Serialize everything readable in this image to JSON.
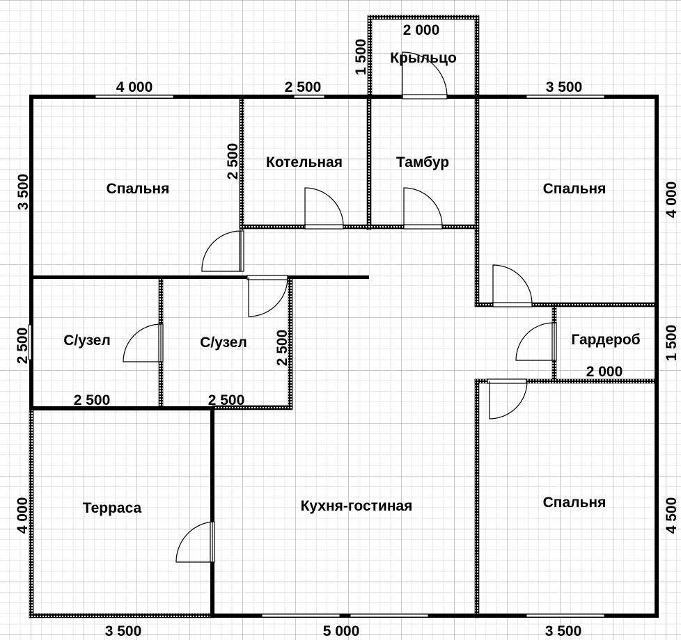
{
  "rooms": {
    "bedroom_nw": "Спальня",
    "boiler_room": "Котельная",
    "vestibule": "Тамбур",
    "porch": "Крыльцо",
    "bedroom_ne": "Спальня",
    "bathroom_1": "С/узел",
    "bathroom_2": "С/узел",
    "wardrobe": "Гардероб",
    "terrace": "Терраса",
    "kitchen_living": "Кухня-гостиная",
    "bedroom_se": "Спальня"
  },
  "dimensions": {
    "top_nw_bedroom": "4 000",
    "top_boiler": "2 500",
    "porch_width": "2 000",
    "porch_depth": "1 500",
    "top_ne_bedroom": "3 500",
    "left_nw_bedroom": "3 500",
    "boiler_depth": "2 500",
    "right_ne_bedroom": "4 000",
    "left_bathroom": "2 500",
    "bathroom_2_depth": "2 500",
    "wardrobe_depth": "1 500",
    "bathroom_1_width": "2 500",
    "bathroom_2_width": "2 500",
    "wardrobe_width": "2 000",
    "left_terrace": "4 000",
    "right_se_bedroom": "4 500",
    "bottom_terrace": "3 500",
    "bottom_kitchen": "5 000",
    "bottom_se_bedroom": "3 500"
  },
  "colors": {
    "grid_minor": "#d4d4d4",
    "grid_major": "#a8a8a8",
    "wall": "#000000",
    "hatch": "#ffffff"
  }
}
